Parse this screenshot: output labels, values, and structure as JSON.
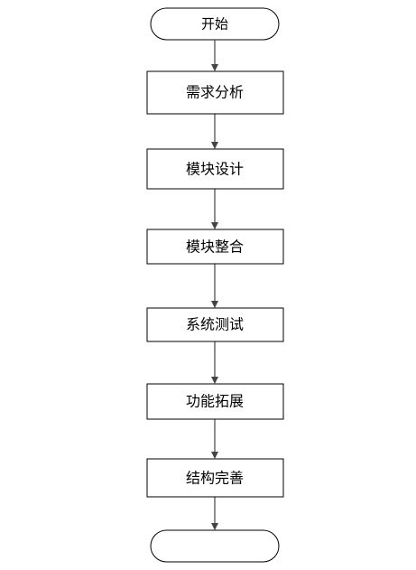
{
  "flowchart": {
    "start_label": "开始",
    "steps": [
      "需求分析",
      "模块设计",
      "模块整合",
      "系统测试",
      "功能拓展",
      "结构完善"
    ],
    "end_label": ""
  }
}
